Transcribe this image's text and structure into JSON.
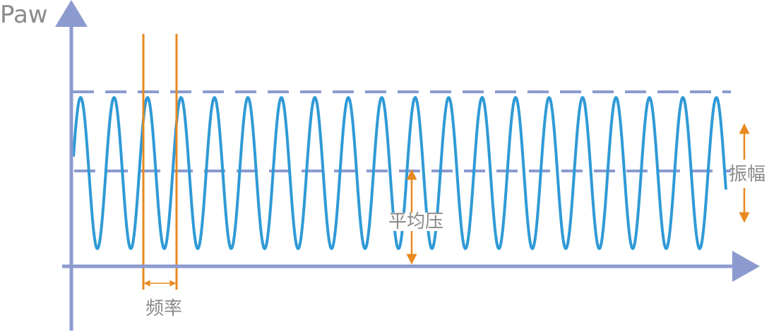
{
  "labels": {
    "y_axis": "Paw",
    "frequency": "频率",
    "mean_pressure": "平均压",
    "amplitude": "振幅"
  },
  "colors": {
    "axis": "#8c9bcf",
    "wave": "#2f9ad6",
    "annotation": "#e8891f",
    "text": "#8a8a8a"
  },
  "waveform": {
    "cycles_shown": 19.5,
    "shape": "sine"
  }
}
